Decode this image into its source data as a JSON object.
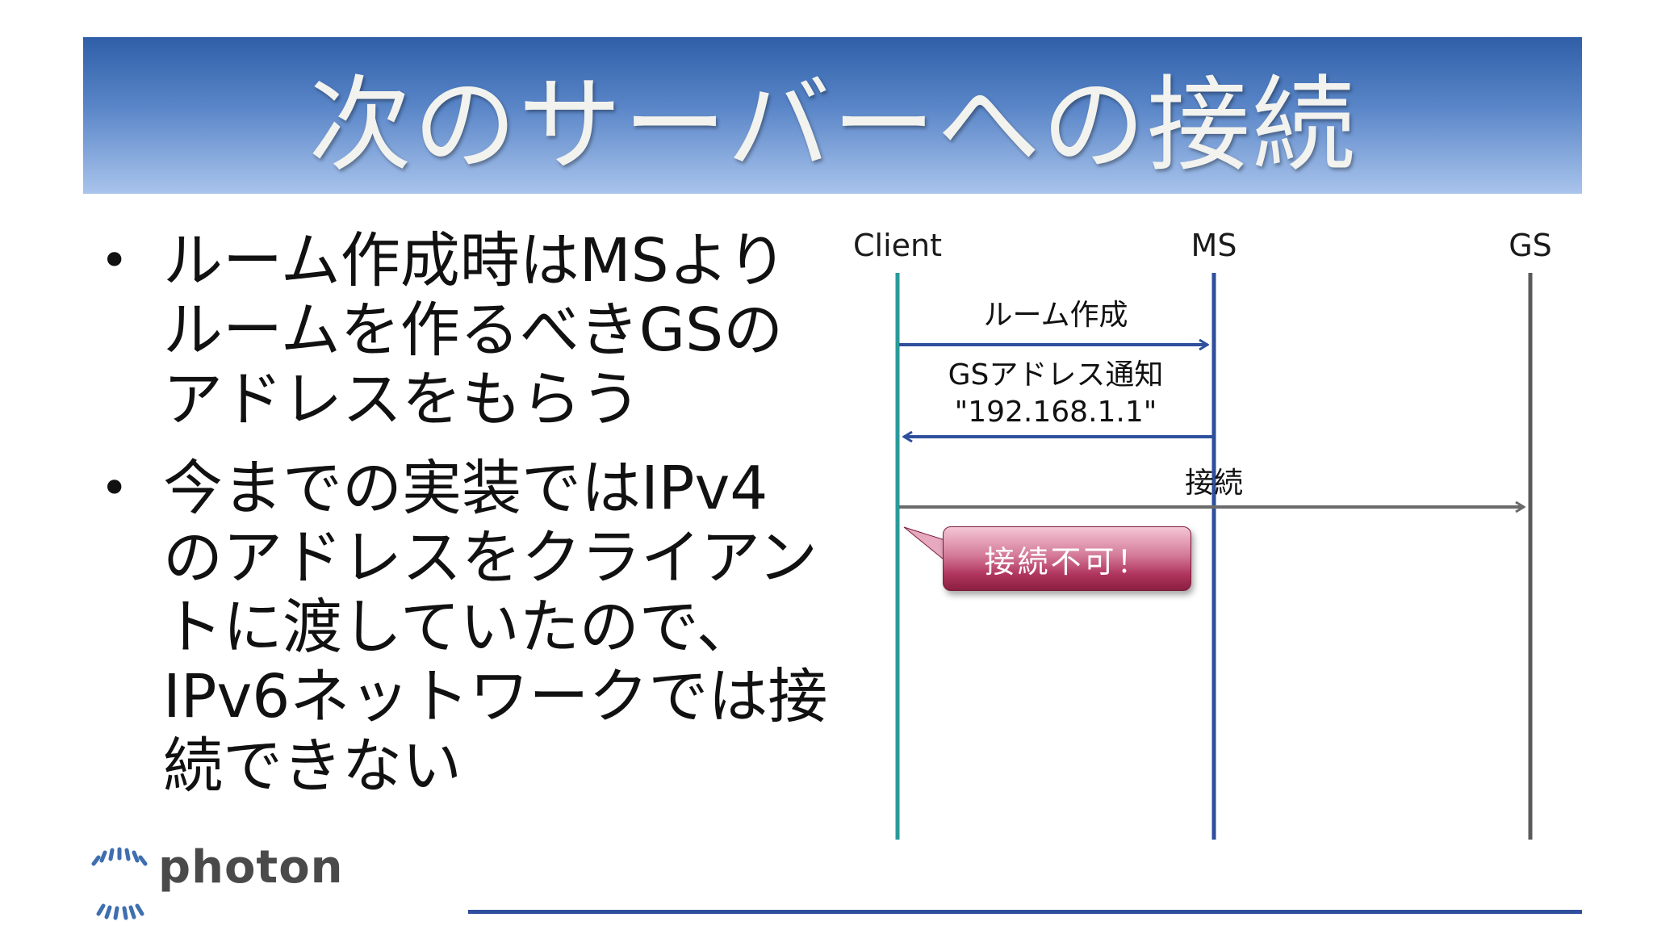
{
  "slide": {
    "title": "次のサーバーへの接続",
    "bullets": [
      {
        "lines": [
          "ルーム作成時はMSより",
          "ルームを作るべきGSの",
          "アドレスをもらう"
        ]
      },
      {
        "lines": [
          "今までの実装ではIPv4",
          "のアドレスをクライアン",
          "トに渡していたので、",
          "IPv6ネットワークでは接",
          "続できない"
        ]
      }
    ]
  },
  "diagram": {
    "lanes": [
      "Client",
      "MS",
      "GS"
    ],
    "messages": [
      {
        "label": "ルーム作成",
        "from": "Client",
        "to": "MS"
      },
      {
        "label_line1": "GSアドレス通知",
        "label_line2": "\"192.168.1.1\"",
        "from": "MS",
        "to": "Client"
      },
      {
        "label": "接続",
        "from": "Client",
        "to": "GS"
      }
    ],
    "callout": "接続不可！",
    "colors": {
      "client_lane": "#2a9a9a",
      "ms_lane": "#2e4f9c",
      "gs_lane": "#5a5a5a",
      "arrow_blue": "#2e4f9c",
      "arrow_gray": "#6a6a6a",
      "callout": "#a8325a"
    }
  },
  "logo": {
    "text": "photon",
    "icon": "photon-sun-icon"
  },
  "theme": {
    "title_bar": "#4a78bc",
    "rule": "#2f4f9c"
  }
}
